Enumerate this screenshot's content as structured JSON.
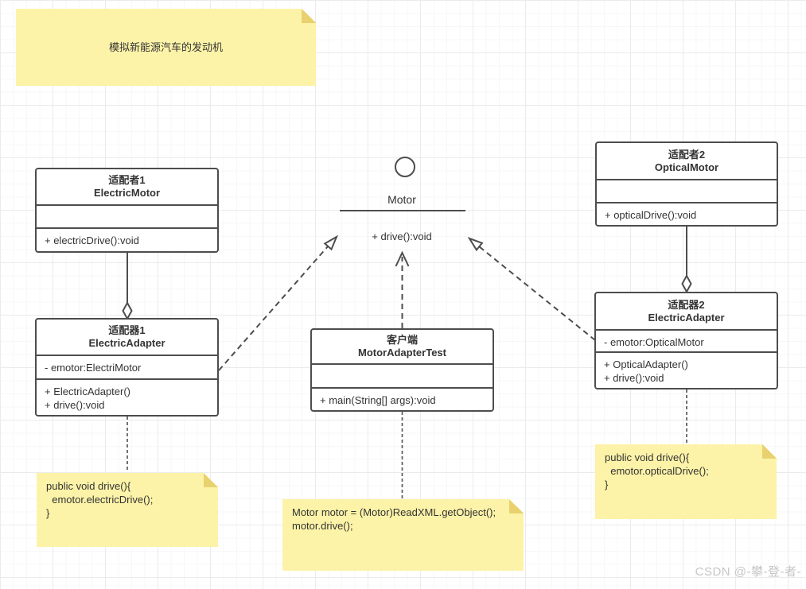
{
  "colors": {
    "note_fill": "#FCF3A8",
    "note_fold": "#E8D16E",
    "box_border": "#4D4D4D",
    "text": "#333333",
    "grid_minor": "#F7F7F7",
    "grid_major": "#EBEBEB",
    "watermark": "#C6C6C6"
  },
  "top_note": {
    "text": "模拟新能源汽车的发动机"
  },
  "motor_interface": {
    "label": "Motor",
    "method": "+ drive():void"
  },
  "classes": {
    "electric_motor": {
      "stereotype": "适配者1",
      "name": "ElectricMotor",
      "attributes": [],
      "methods": [
        "+ electricDrive():void"
      ]
    },
    "electric_adapter": {
      "stereotype": "适配器1",
      "name": "ElectricAdapter",
      "attributes": [
        "- emotor:ElectriMotor"
      ],
      "methods": [
        "+ ElectricAdapter()",
        "+ drive():void"
      ]
    },
    "optical_motor": {
      "stereotype": "适配者2",
      "name": "OpticalMotor",
      "attributes": [],
      "methods": [
        "+ opticalDrive():void"
      ]
    },
    "electric_adapter2": {
      "stereotype": "适配器2",
      "name": "ElectricAdapter",
      "attributes": [
        "- emotor:OpticalMotor"
      ],
      "methods": [
        "+ OpticalAdapter()",
        "+ drive():void"
      ]
    },
    "client": {
      "stereotype": "客户端",
      "name": "MotorAdapterTest",
      "attributes": [],
      "methods": [
        "+ main(String[] args):void"
      ]
    }
  },
  "code_notes": {
    "left": {
      "lines": [
        "public void drive(){",
        "  emotor.electricDrive();",
        "}"
      ]
    },
    "middle": {
      "lines": [
        "Motor motor = (Motor)ReadXML.getObject();",
        "motor.drive();"
      ]
    },
    "right": {
      "lines": [
        "public void drive(){",
        "  emotor.opticalDrive();",
        "}"
      ]
    }
  },
  "watermark": "CSDN @-攀-登-者-"
}
